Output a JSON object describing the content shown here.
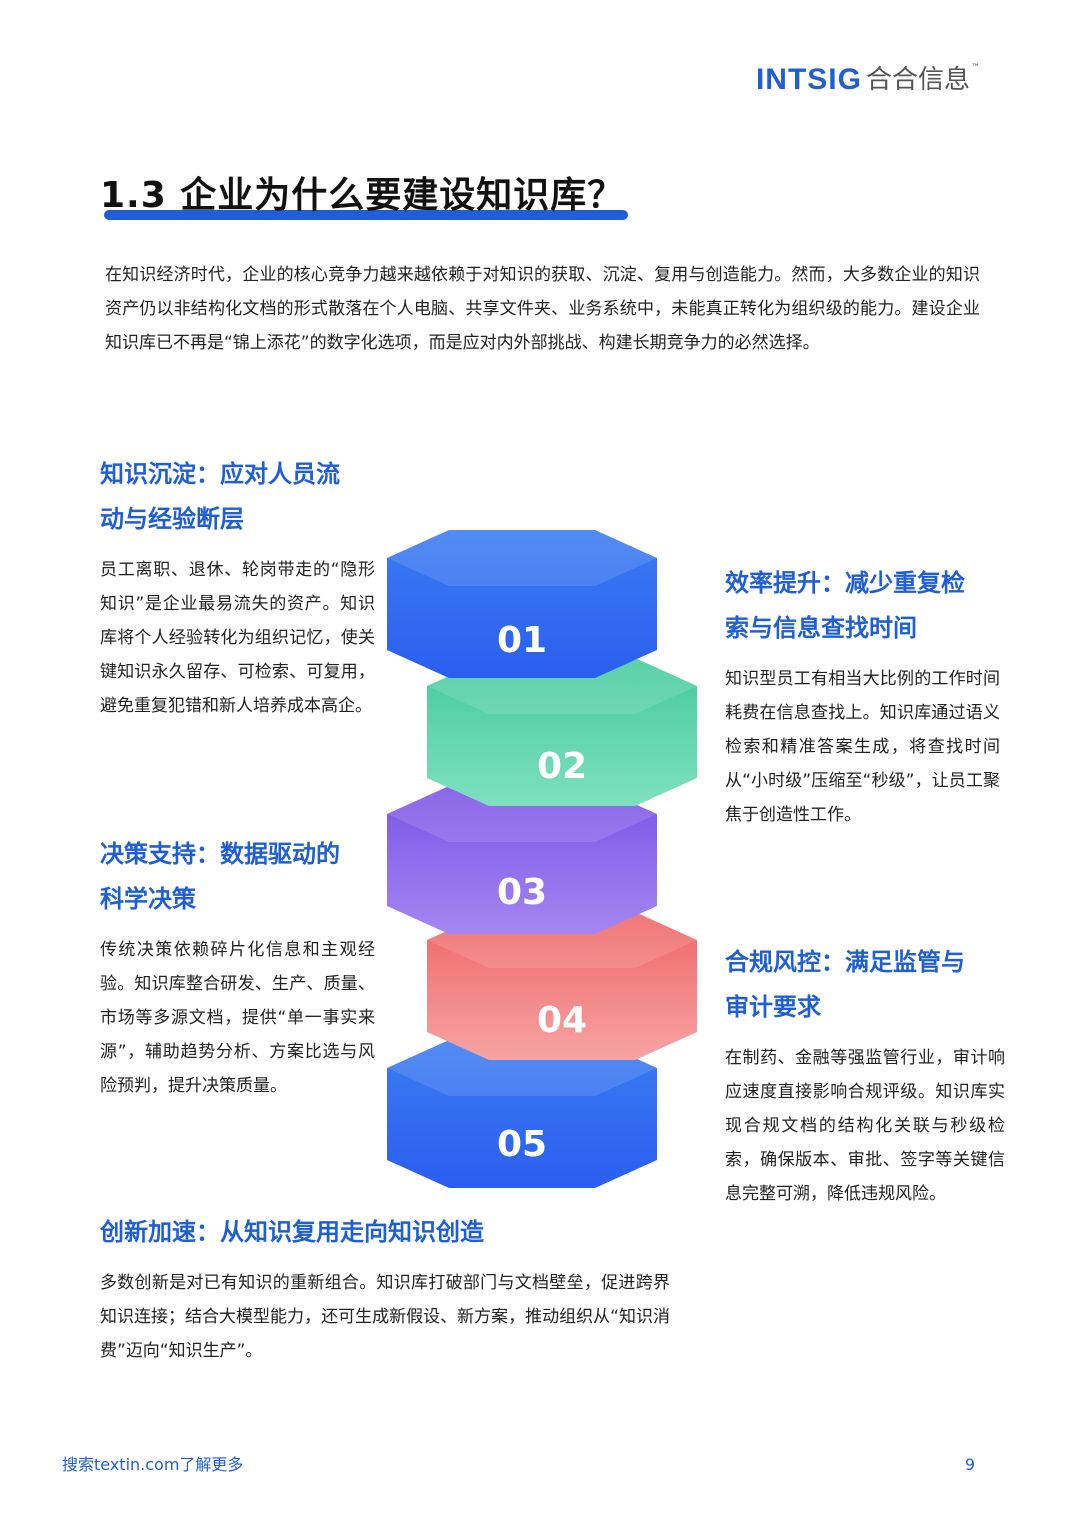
{
  "header": {
    "logo_en": "INTSIG",
    "logo_cn": "合合信息",
    "logo_tm": "™"
  },
  "title": "1.3 企业为什么要建设知识库？",
  "intro": "在知识经济时代，企业的核心竞争力越来越依赖于对知识的获取、沉淀、复用与创造能力。然而，大多数企业的知识资产仍以非结构化文档的形式散落在个人电脑、共享文件夹、业务系统中，未能真正转化为组织级的能力。建设企业知识库已不再是“锦上添花”的数字化选项，而是应对内外部挑战、构建长期竞争力的必然选择。",
  "sections": [
    {
      "heading_line1": "知识沉淀：应对人员流",
      "heading_line2": "动与经验断层",
      "body": "员工离职、退休、轮岗带走的“隐形知识”是企业最易流失的资产。知识库将个人经验转化为组织记忆，使关键知识永久留存、可检索、可复用，避免重复犯错和新人培养成本高企。"
    },
    {
      "heading_line1": "效率提升：减少重复检",
      "heading_line2": "索与信息查找时间",
      "body": "知识型员工有相当大比例的工作时间耗费在信息查找上。知识库通过语义检索和精准答案生成，将查找时间从“小时级”压缩至“秒级”，让员工聚焦于创造性工作。"
    },
    {
      "heading_line1": "决策支持：数据驱动的",
      "heading_line2": "科学决策",
      "body": "传统决策依赖碎片化信息和主观经验。知识库整合研发、生产、质量、市场等多源文档，提供“单一事实来源”，辅助趋势分析、方案比选与风险预判，提升决策质量。"
    },
    {
      "heading_line1": "合规风控：满足监管与",
      "heading_line2": "审计要求",
      "body": "在制药、金融等强监管行业，审计响应速度直接影响合规评级。知识库实现合规文档的结构化关联与秒级检索，确保版本、审批、签字等关键信息完整可溯，降低违规风险。"
    },
    {
      "heading": "创新加速：从知识复用走向知识创造",
      "body": "多数创新是对已有知识的重新组合。知识库打破部门与文档壁垒，促进跨界知识连接；结合大模型能力，还可生成新假设、新方案，推动组织从“知识消费”迈向“知识生产”。"
    }
  ],
  "stack": [
    {
      "number": "01",
      "color_top": "#2f73f0",
      "color_bottom": "#2a5ff0"
    },
    {
      "number": "02",
      "color_top": "#41c99b",
      "color_bottom": "#6fdcb8"
    },
    {
      "number": "03",
      "color_top": "#7d56e8",
      "color_bottom": "#a07ef0"
    },
    {
      "number": "04",
      "color_top": "#f06a6a",
      "color_bottom": "#f59a9a"
    },
    {
      "number": "05",
      "color_top": "#2f73f0",
      "color_bottom": "#2a5ff0"
    }
  ],
  "footer": {
    "link_text": "搜索textin.com了解更多",
    "page_number": "9"
  }
}
